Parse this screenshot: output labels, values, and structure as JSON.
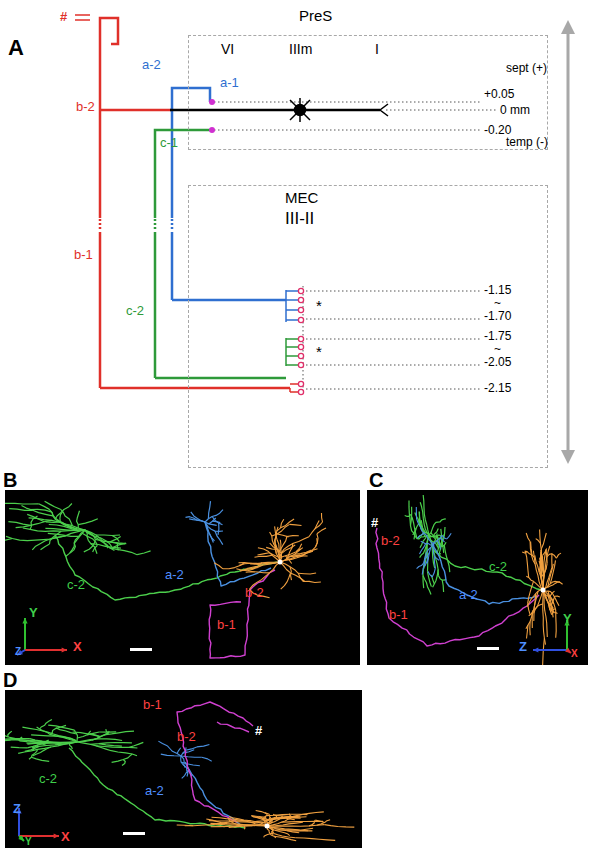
{
  "diagram": {
    "nodes": [
      {
        "text": [
          "PreS",
          "VI",
          "IIIm",
          "I"
        ]
      },
      {
        "text": [
          "MEC",
          "III-II"
        ]
      },
      {
        "text": [
          "B",
          "c-2",
          "a-2",
          "b-2",
          "b-1",
          "Y",
          "X",
          "Z"
        ]
      },
      {
        "text": [
          "C",
          "#",
          "b-2",
          "b-1",
          "c-2",
          "a-2",
          "Z",
          "Y",
          "X"
        ]
      },
      {
        "text": [
          "D",
          "b-1",
          "b-2",
          "#",
          "c-2",
          "a-2",
          "Z",
          "X",
          "Y"
        ]
      }
    ],
    "labels": [
      "A",
      "#",
      "b-2",
      "b-1",
      "a-2",
      "a-1",
      "c-1",
      "c-2",
      "sept (+)",
      "temp (-)",
      "+0.05",
      "0 mm",
      "-0.20",
      "-1.15",
      "~",
      "-1.70",
      "*",
      "-1.75",
      "~",
      "-2.05",
      "*",
      "-2.15"
    ]
  }
}
